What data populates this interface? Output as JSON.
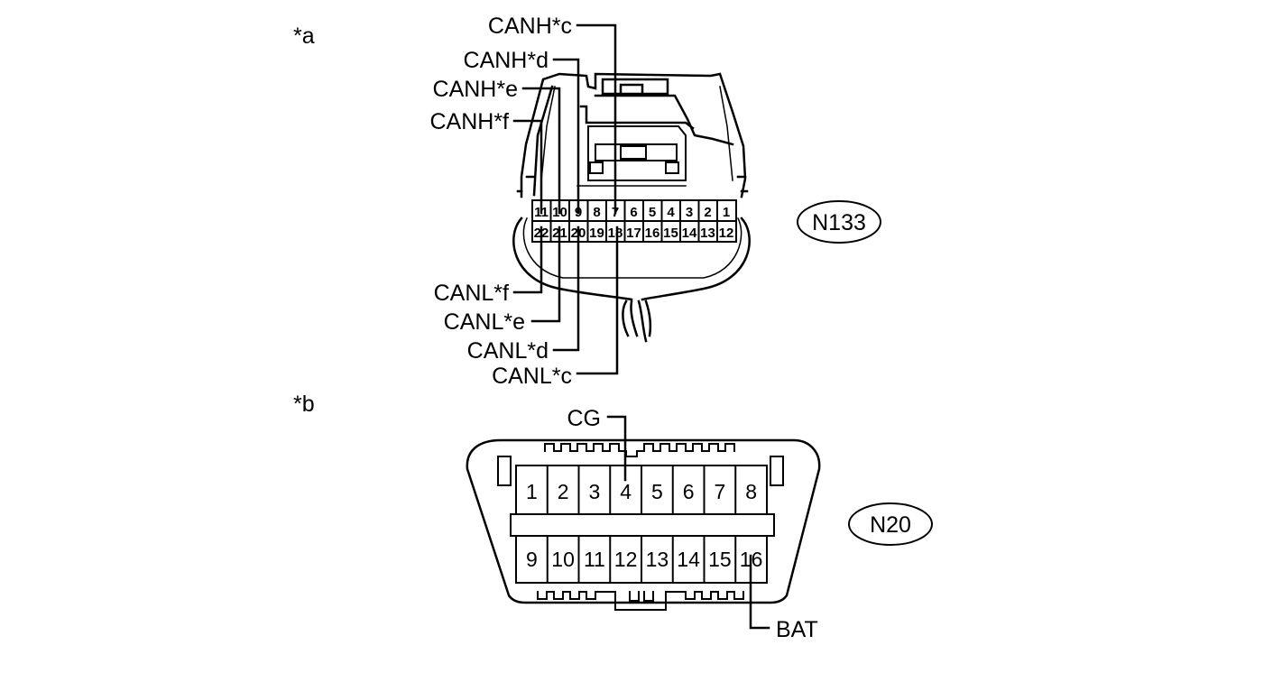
{
  "views": {
    "a": "*a",
    "b": "*b"
  },
  "connector_n133": {
    "id": "N133",
    "top_row_pins": [
      "11",
      "10",
      "9",
      "8",
      "7",
      "6",
      "5",
      "4",
      "3",
      "2",
      "1"
    ],
    "bottom_row_pins": [
      "22",
      "21",
      "20",
      "19",
      "18",
      "17",
      "16",
      "15",
      "14",
      "13",
      "12"
    ],
    "labels": {
      "canh_c": "CANH*c",
      "canh_d": "CANH*d",
      "canh_e": "CANH*e",
      "canh_f": "CANH*f",
      "canl_f": "CANL*f",
      "canl_e": "CANL*e",
      "canl_d": "CANL*d",
      "canl_c": "CANL*c"
    }
  },
  "connector_n20": {
    "id": "N20",
    "top_row_pins": [
      "1",
      "2",
      "3",
      "4",
      "5",
      "6",
      "7",
      "8"
    ],
    "bottom_row_pins": [
      "9",
      "10",
      "11",
      "12",
      "13",
      "14",
      "15",
      "16"
    ],
    "labels": {
      "cg": "CG",
      "bat": "BAT"
    }
  }
}
